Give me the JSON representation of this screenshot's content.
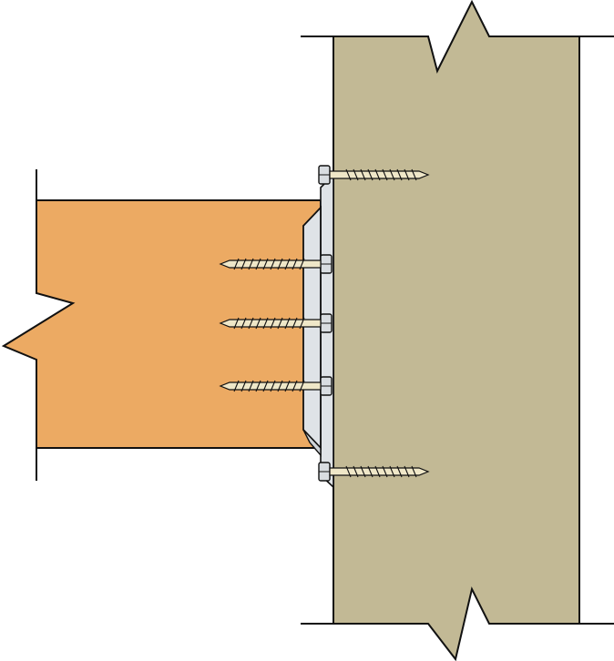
{
  "colors": {
    "background": "#ffffff",
    "beam": "#ecaa63",
    "header": "#c2b995",
    "hanger": "#dfe3e7",
    "screw": "#efe7c8",
    "stroke": "#111111"
  },
  "parts": {
    "beam": "wood-beam",
    "header": "wood-header",
    "hanger": "steel-hanger",
    "header_screws": 2,
    "beam_screws": 3
  }
}
